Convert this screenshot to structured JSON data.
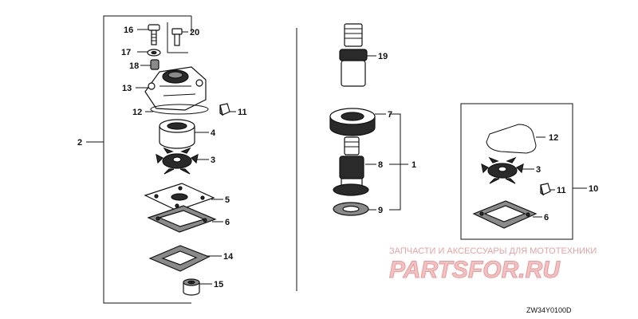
{
  "callouts": {
    "c16": "16",
    "c20": "20",
    "c17": "17",
    "c18": "18",
    "c13": "13",
    "c12a": "12",
    "c11a": "11",
    "c4": "4",
    "c3a": "3",
    "c5": "5",
    "c6a": "6",
    "c14": "14",
    "c15": "15",
    "c2": "2",
    "c19": "19",
    "c7": "7",
    "c8": "8",
    "c9": "9",
    "c1": "1",
    "c12b": "12",
    "c3b": "3",
    "c11b": "11",
    "c6b": "6",
    "c10": "10"
  },
  "watermark": {
    "line1": "ЗАПЧАСТИ И АКСЕССУАРЫ ДЛЯ МОТОТЕХНИКИ",
    "line2": "PARTSFOR.RU"
  },
  "diagram_code": "ZW34Y0100D"
}
